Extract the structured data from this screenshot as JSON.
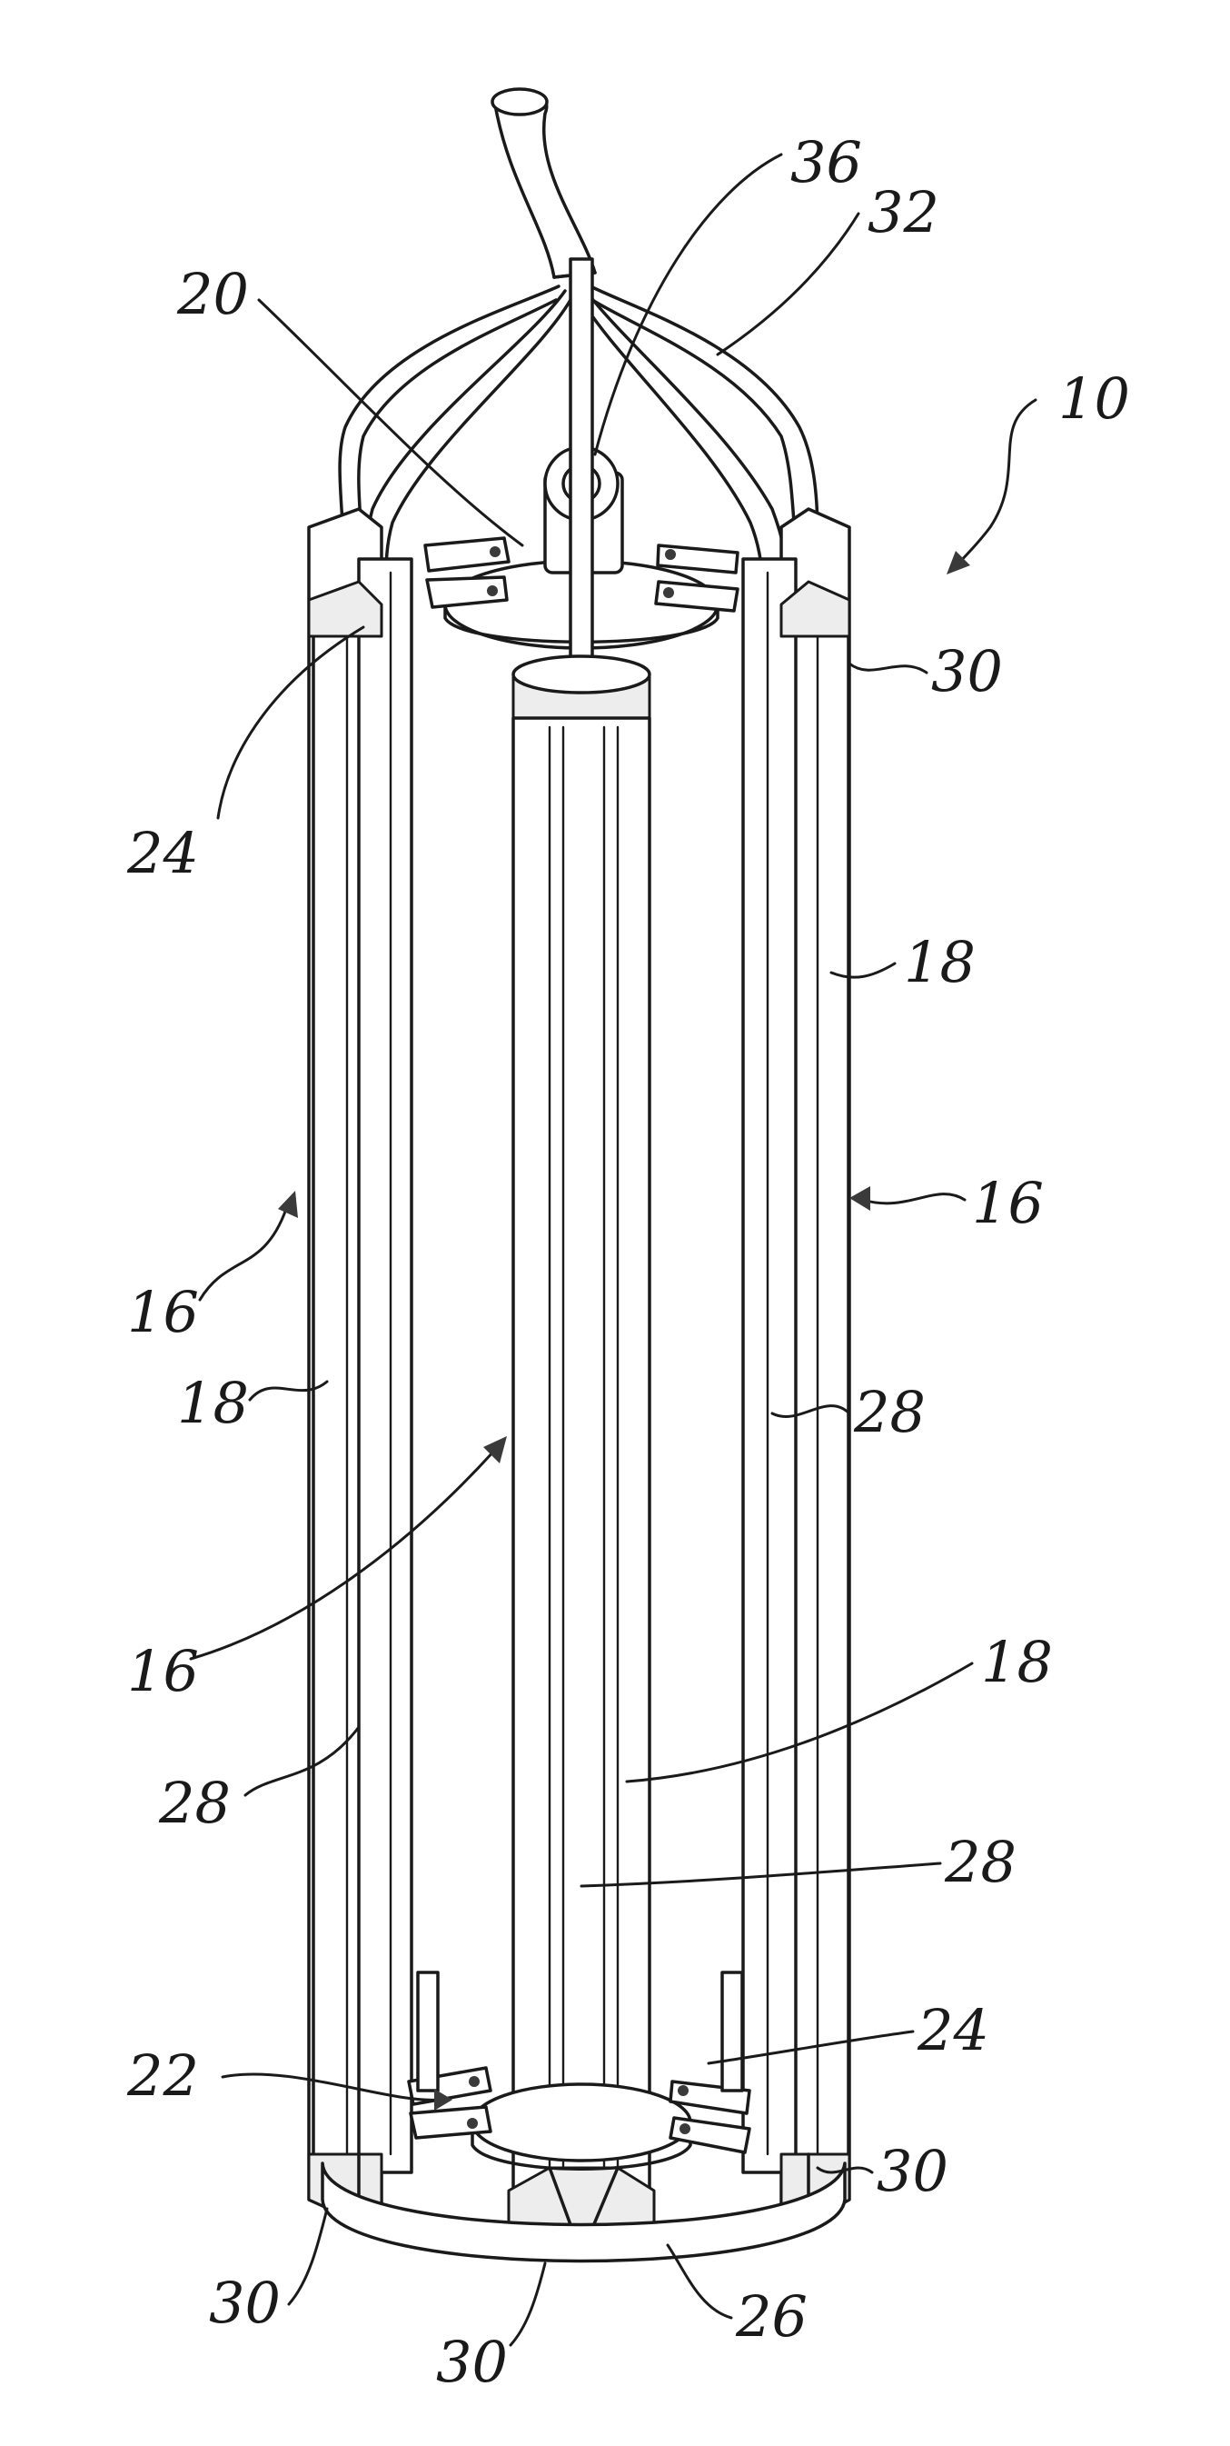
{
  "figure": {
    "labels": {
      "assembly": "10",
      "upper_support": "20",
      "lower_support": "22",
      "upper_bracket": "24",
      "lower_bracket": "24",
      "base_plate": "26",
      "lamp_left": "16",
      "lamp_right": "16",
      "lamp_center": "16",
      "tube_right": "18",
      "tube_left": "18",
      "tube_center": "18",
      "reflector_right": "28",
      "reflector_left": "28",
      "reflector_center": "28",
      "end_cap_upper": "30",
      "end_cap_lower_right": "30",
      "end_cap_lower_left": "30",
      "end_cap_lower_center": "30",
      "cable": "32",
      "eye_bolt": "36"
    }
  }
}
